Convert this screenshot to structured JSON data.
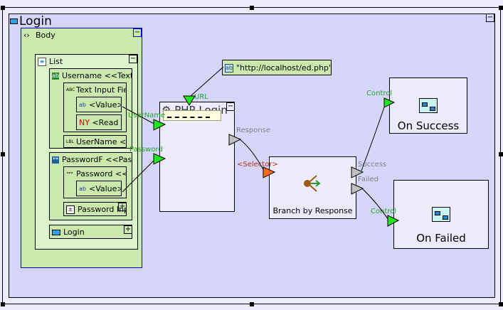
{
  "page": {
    "title": "Login",
    "collapse_label": "−"
  },
  "body_panel": {
    "title": "Body",
    "icon": "tag-brackets-icon",
    "icon_glyph": "‹›",
    "collapse_label": "−",
    "list": {
      "title": "List",
      "collapse_label": "−",
      "username_field": {
        "title": "Username <<TextFi",
        "text_input": {
          "title": "Text Input Fiel",
          "value_label": "<Value>",
          "readonly_label": "<Read O",
          "readonly_prefix": "NY"
        },
        "label": "UserName <<L"
      },
      "password_field": {
        "title": "PasswordF <<Passw",
        "password": {
          "title": "Password <<T",
          "value_label": "<Value>"
        },
        "password_input": "Password Inpu",
        "expand_label": "+"
      },
      "login_button": {
        "label": "Login",
        "expand_label": "+"
      }
    }
  },
  "url_node": {
    "value": "\"http://localhost/ed.php\""
  },
  "php_login": {
    "title": "PHP Login",
    "collapse_label": "−",
    "tooltip": "",
    "ports": {
      "url": "URL",
      "username": "UserName",
      "password": "Password",
      "response": "Response"
    }
  },
  "branch": {
    "title": "Branch by Response",
    "ports": {
      "selector": "<Selector>",
      "success": "Success",
      "failed": "Failed"
    }
  },
  "on_success": {
    "title": "On Success",
    "port": "Control"
  },
  "on_failed": {
    "title": "On Failed",
    "port": "Control"
  },
  "colors": {
    "canvas": "#d6d6fc",
    "panel_green": "#cbe9ad",
    "port_green": "#22e622",
    "port_gray": "#c0c0c0",
    "port_orange": "#ff6a1a"
  }
}
